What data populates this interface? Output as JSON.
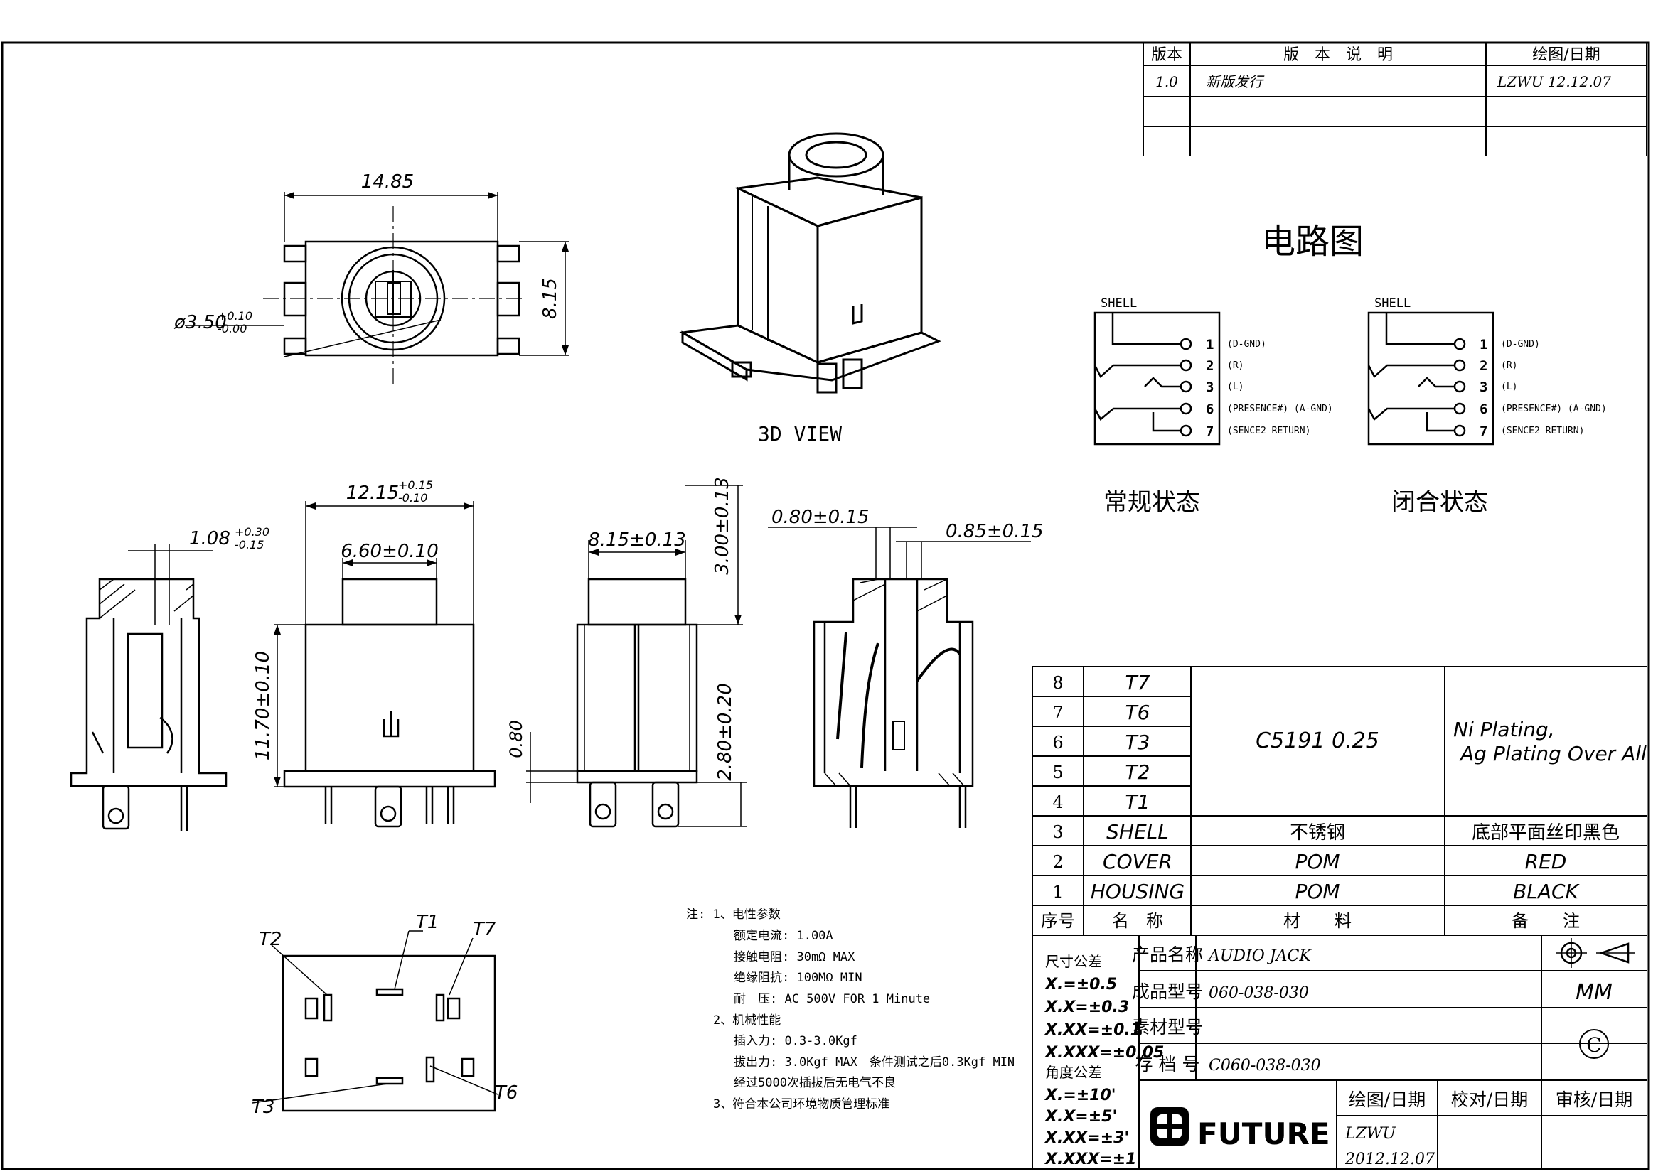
{
  "revision_block": {
    "headers": [
      "版本",
      "版　本　说　明",
      "绘图/日期"
    ],
    "rows": [
      {
        "ver": "1.0",
        "desc": "新版发行",
        "drawn": "LZWU 12.12.07"
      }
    ]
  },
  "views": {
    "top_width": "14.85",
    "top_height": "8.15",
    "bore_dia": "ø3.50",
    "bore_tol_plus": "+0.10",
    "bore_tol_minus": "-0.00",
    "view3d_label": "3D VIEW",
    "front_width": "12.15",
    "front_tol_plus": "+0.15",
    "front_tol_minus": "-0.10",
    "front_inner": "6.60±0.10",
    "front_height": "11.70±0.10",
    "left_dim": "1.08",
    "left_tol_plus": "+0.30",
    "left_tol_minus": "-0.15",
    "side_width": "8.15±0.13",
    "side_top": "3.00±0.13",
    "side_pin": "0.80",
    "side_pin_len": "2.80±0.20",
    "right_dim_a": "0.80±0.15",
    "right_dim_b": "0.85±0.15",
    "bottom_labels": [
      "T2",
      "T1",
      "T7",
      "T3",
      "T6"
    ]
  },
  "circuit": {
    "title": "电路图",
    "shell": "SHELL",
    "pins": [
      {
        "num": "1",
        "desc": "(D-GND)"
      },
      {
        "num": "2",
        "desc": "(R)"
      },
      {
        "num": "3",
        "desc": "(L)"
      },
      {
        "num": "6",
        "desc": "(PRESENCE#) (A-GND)"
      },
      {
        "num": "7",
        "desc": "(SENCE2 RETURN)"
      }
    ],
    "state_normal": "常规状态",
    "state_closed": "闭合状态"
  },
  "notes": {
    "lines": [
      "注: 1、电性参数",
      "额定电流: 1.00A",
      "接触电阻: 30mΩ MAX",
      "绝缘阻抗: 100MΩ MIN",
      "耐　压: AC 500V FOR 1 Minute",
      "2、机械性能",
      "插入力: 0.3-3.0Kgf",
      "拔出力: 3.0Kgf MAX　条件测试之后0.3Kgf MIN",
      "经过5000次插拔后无电气不良",
      "3、符合本公司环境物质管理标准"
    ]
  },
  "bom": {
    "rows": [
      {
        "no": "8",
        "name": "T7"
      },
      {
        "no": "7",
        "name": "T6"
      },
      {
        "no": "6",
        "name": "T3"
      },
      {
        "no": "5",
        "name": "T2"
      },
      {
        "no": "4",
        "name": "T1"
      },
      {
        "no": "3",
        "name": "SHELL",
        "material": "不锈钢",
        "remark": "底部平面丝印黑色"
      },
      {
        "no": "2",
        "name": "COVER",
        "material": "POM",
        "remark": "RED"
      },
      {
        "no": "1",
        "name": "HOUSING",
        "material": "POM",
        "remark": "BLACK"
      }
    ],
    "terminal_material": "C5191 0.25",
    "terminal_remark_1": "Ni Plating,",
    "terminal_remark_2": "Ag Plating Over All",
    "headers": [
      "序号",
      "名　称",
      "材　　料",
      "备　　注"
    ]
  },
  "title_block": {
    "tol_title": "尺寸公差",
    "tolerances": [
      "X.=±0.5",
      "X.X=±0.3",
      "X.XX=±0.1",
      "X.XXX=±0.05"
    ],
    "angle_title": "角度公差",
    "angles": [
      "X.=±10'",
      "X.X=±5'",
      "X.XX=±3'",
      "X.XXX=±1'"
    ],
    "product_name_label": "产品名称",
    "product_name": "AUDIO JACK",
    "model_label": "成品型号",
    "model": "060-038-030",
    "material_label": "素材型号",
    "archive_label": "存 档 号",
    "archive": "C060-038-030",
    "unit": "MM",
    "drawn_label": "绘图/日期",
    "check_label": "校对/日期",
    "approve_label": "审核/日期",
    "drawn_by": "LZWU",
    "drawn_date": "2012.12.07",
    "company": "FUTURE"
  }
}
